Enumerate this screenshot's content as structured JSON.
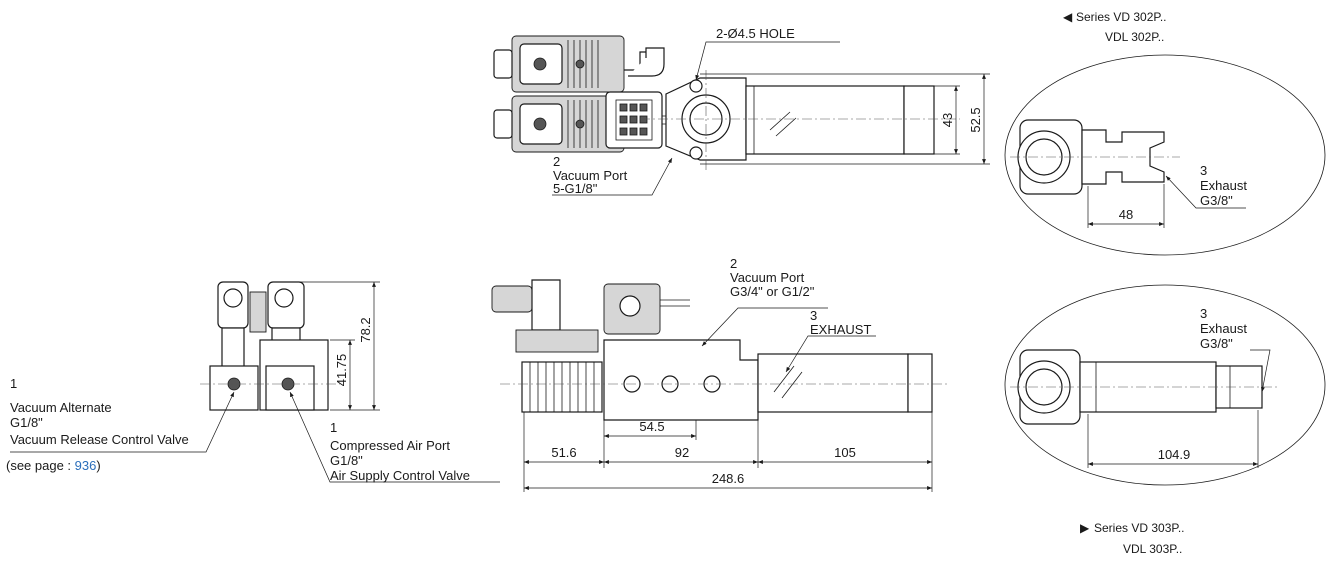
{
  "labels": {
    "hole": "2-Ø4.5 HOLE",
    "vacuum_port_top": {
      "num": "2",
      "name": "Vacuum Port",
      "spec": "5-G1/8\""
    },
    "vacuum_port_side": {
      "num": "2",
      "name": "Vacuum Port",
      "spec": "G3/4\" or G1/2\""
    },
    "exhaust_side": {
      "num": "3",
      "name": "EXHAUST"
    },
    "exhaust_detail_top": {
      "num": "3",
      "name": "Exhaust",
      "spec": "G3/8\""
    },
    "exhaust_detail_bottom": {
      "num": "3",
      "name": "Exhaust",
      "spec": "G3/8\""
    },
    "vacuum_alternate": {
      "num": "1",
      "name": "Vacuum Alternate",
      "spec": "G1/8\"",
      "desc": "Vacuum Release Control Valve",
      "see_prefix": "(see page : ",
      "see_page": "936",
      "see_suffix": ")"
    },
    "compressed_air": {
      "num": "1",
      "name": "Compressed Air Port",
      "spec": "G1/8\"",
      "desc": "Air Supply Control Valve"
    }
  },
  "dimensions": {
    "d43": "43",
    "d52_5": "52.5",
    "d48": "48",
    "d41_75": "41.75",
    "d78_2": "78.2",
    "d54_5": "54.5",
    "d51_6": "51.6",
    "d92": "92",
    "d105": "105",
    "d248_6": "248.6",
    "d104_9": "104.9"
  },
  "series": {
    "top": {
      "marker": "◀",
      "line1": "Series VD 302P..",
      "line2": "VDL 302P.."
    },
    "bottom": {
      "marker": "▶",
      "line1": "Series VD 303P..",
      "line2": "VDL 303P.."
    }
  }
}
